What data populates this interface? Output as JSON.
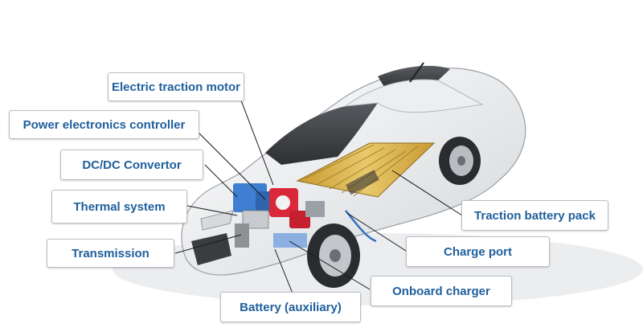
{
  "labels": {
    "electric_traction_motor": "Electric traction motor",
    "power_electronics_controller": "Power electronics controller",
    "dc_dc_convertor": "DC/DC Convertor",
    "thermal_system": "Thermal system",
    "transmission": "Transmission",
    "battery_auxiliary": "Battery (auxiliary)",
    "onboard_charger": "Onboard charger",
    "charge_port": "Charge port",
    "traction_battery_pack": "Traction battery pack"
  },
  "colors": {
    "label_text": "#1f5f9c",
    "battery_cells": "#d9b24a",
    "motor": "#d8283a",
    "electronics": "#3e7fd1",
    "charge_cable": "#2f6fc0"
  }
}
